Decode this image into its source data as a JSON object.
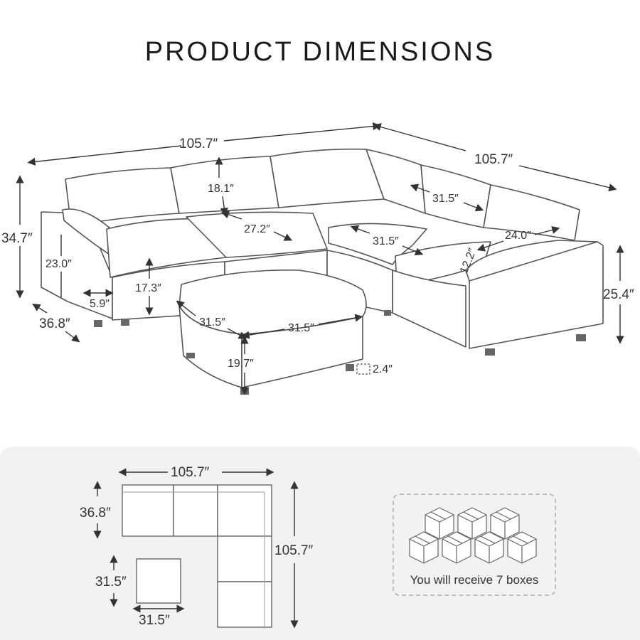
{
  "title": "PRODUCT DIMENSIONS",
  "dimensions": {
    "overall_width": "105.7″",
    "overall_depth_side": "105.7″",
    "back_cushion_height": "18.1″",
    "seat_width_center": "27.2″",
    "seat_width_back_right": "31.5″",
    "seat_width_corner": "31.5″",
    "armrest_length": "24.0″",
    "armrest_height_right": "12.2″",
    "total_height": "34.7″",
    "seat_depth_left": "23.0″",
    "seat_height": "17.3″",
    "arm_width": "5.9″",
    "seat_depth": "36.8″",
    "height_right": "25.4″",
    "ottoman_depth": "31.5″",
    "ottoman_width": "31.5″",
    "ottoman_height": "19.7″",
    "leg_height": "2.4″"
  },
  "plan": {
    "width": "105.7″",
    "depth": "36.8″",
    "side_length": "105.7″",
    "ottoman_depth": "31.5″",
    "ottoman_width": "31.5″"
  },
  "boxes": {
    "caption": "You will receive 7 boxes",
    "count_icon": "box-icon"
  }
}
